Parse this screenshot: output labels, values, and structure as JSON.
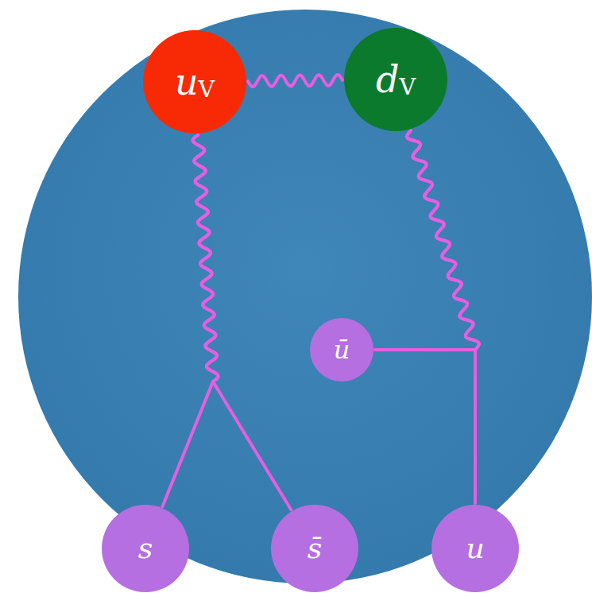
{
  "diagram": {
    "nodes": [
      {
        "text": [
          "u",
          "V"
        ]
      },
      {
        "text": [
          "d",
          "V"
        ]
      },
      {
        "text": [
          "ū"
        ]
      },
      {
        "text": [
          "s"
        ]
      },
      {
        "text": [
          "s̄"
        ]
      },
      {
        "text": [
          "u"
        ]
      }
    ],
    "edges": [
      {
        "from": 0,
        "to": 1,
        "arrow": "none"
      },
      {
        "from": 0,
        "to": 3,
        "arrow": "none"
      },
      {
        "from": 0,
        "to": 4,
        "arrow": "none"
      },
      {
        "from": 1,
        "to": 2,
        "arrow": "none"
      },
      {
        "from": 1,
        "to": 5,
        "arrow": "none"
      }
    ]
  }
}
